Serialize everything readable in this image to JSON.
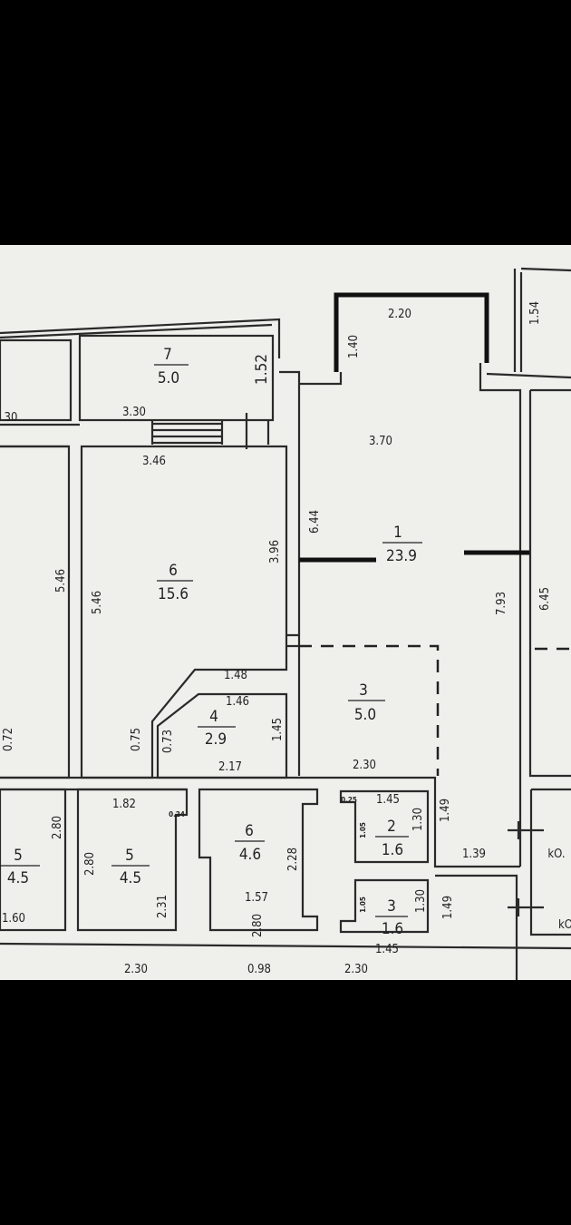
{
  "plan": {
    "rooms": [
      {
        "number": "7",
        "area": "5.0"
      },
      {
        "number": "6",
        "area": "15.6"
      },
      {
        "number": "1",
        "area": "23.9"
      },
      {
        "number": "4",
        "area": "2.9"
      },
      {
        "number": "3",
        "area": "5.0"
      },
      {
        "number": "5",
        "area": "4.5"
      },
      {
        "number": "5",
        "area": "4.5"
      },
      {
        "number": "6",
        "area": "4.6"
      },
      {
        "number": "2",
        "area": "1.6"
      },
      {
        "number": "3",
        "area": "1.6"
      }
    ],
    "dimensions": [
      "1.52",
      "3.30",
      "30",
      "3.46",
      "2.20",
      "1.40",
      "1.54",
      "3.70",
      "6.44",
      "3.96",
      "5.46",
      "5.46",
      "7.93",
      "6.45",
      "1.48",
      "1.46",
      "0.75",
      "0.73",
      "1.45",
      "2.17",
      "2.30",
      "0.72",
      "1.82",
      "0.24",
      "2.80",
      "2.80",
      "2.31",
      "1.60",
      "2.28",
      "1.57",
      "2.80",
      "0.25",
      "1.45",
      "1.30",
      "1.05",
      "1.49",
      "1.39",
      "1.05",
      "1.30",
      "1.45",
      "1.49",
      "2.30",
      "2.30",
      "0.98"
    ],
    "cut_labels": [
      "kO.",
      "kO"
    ]
  }
}
